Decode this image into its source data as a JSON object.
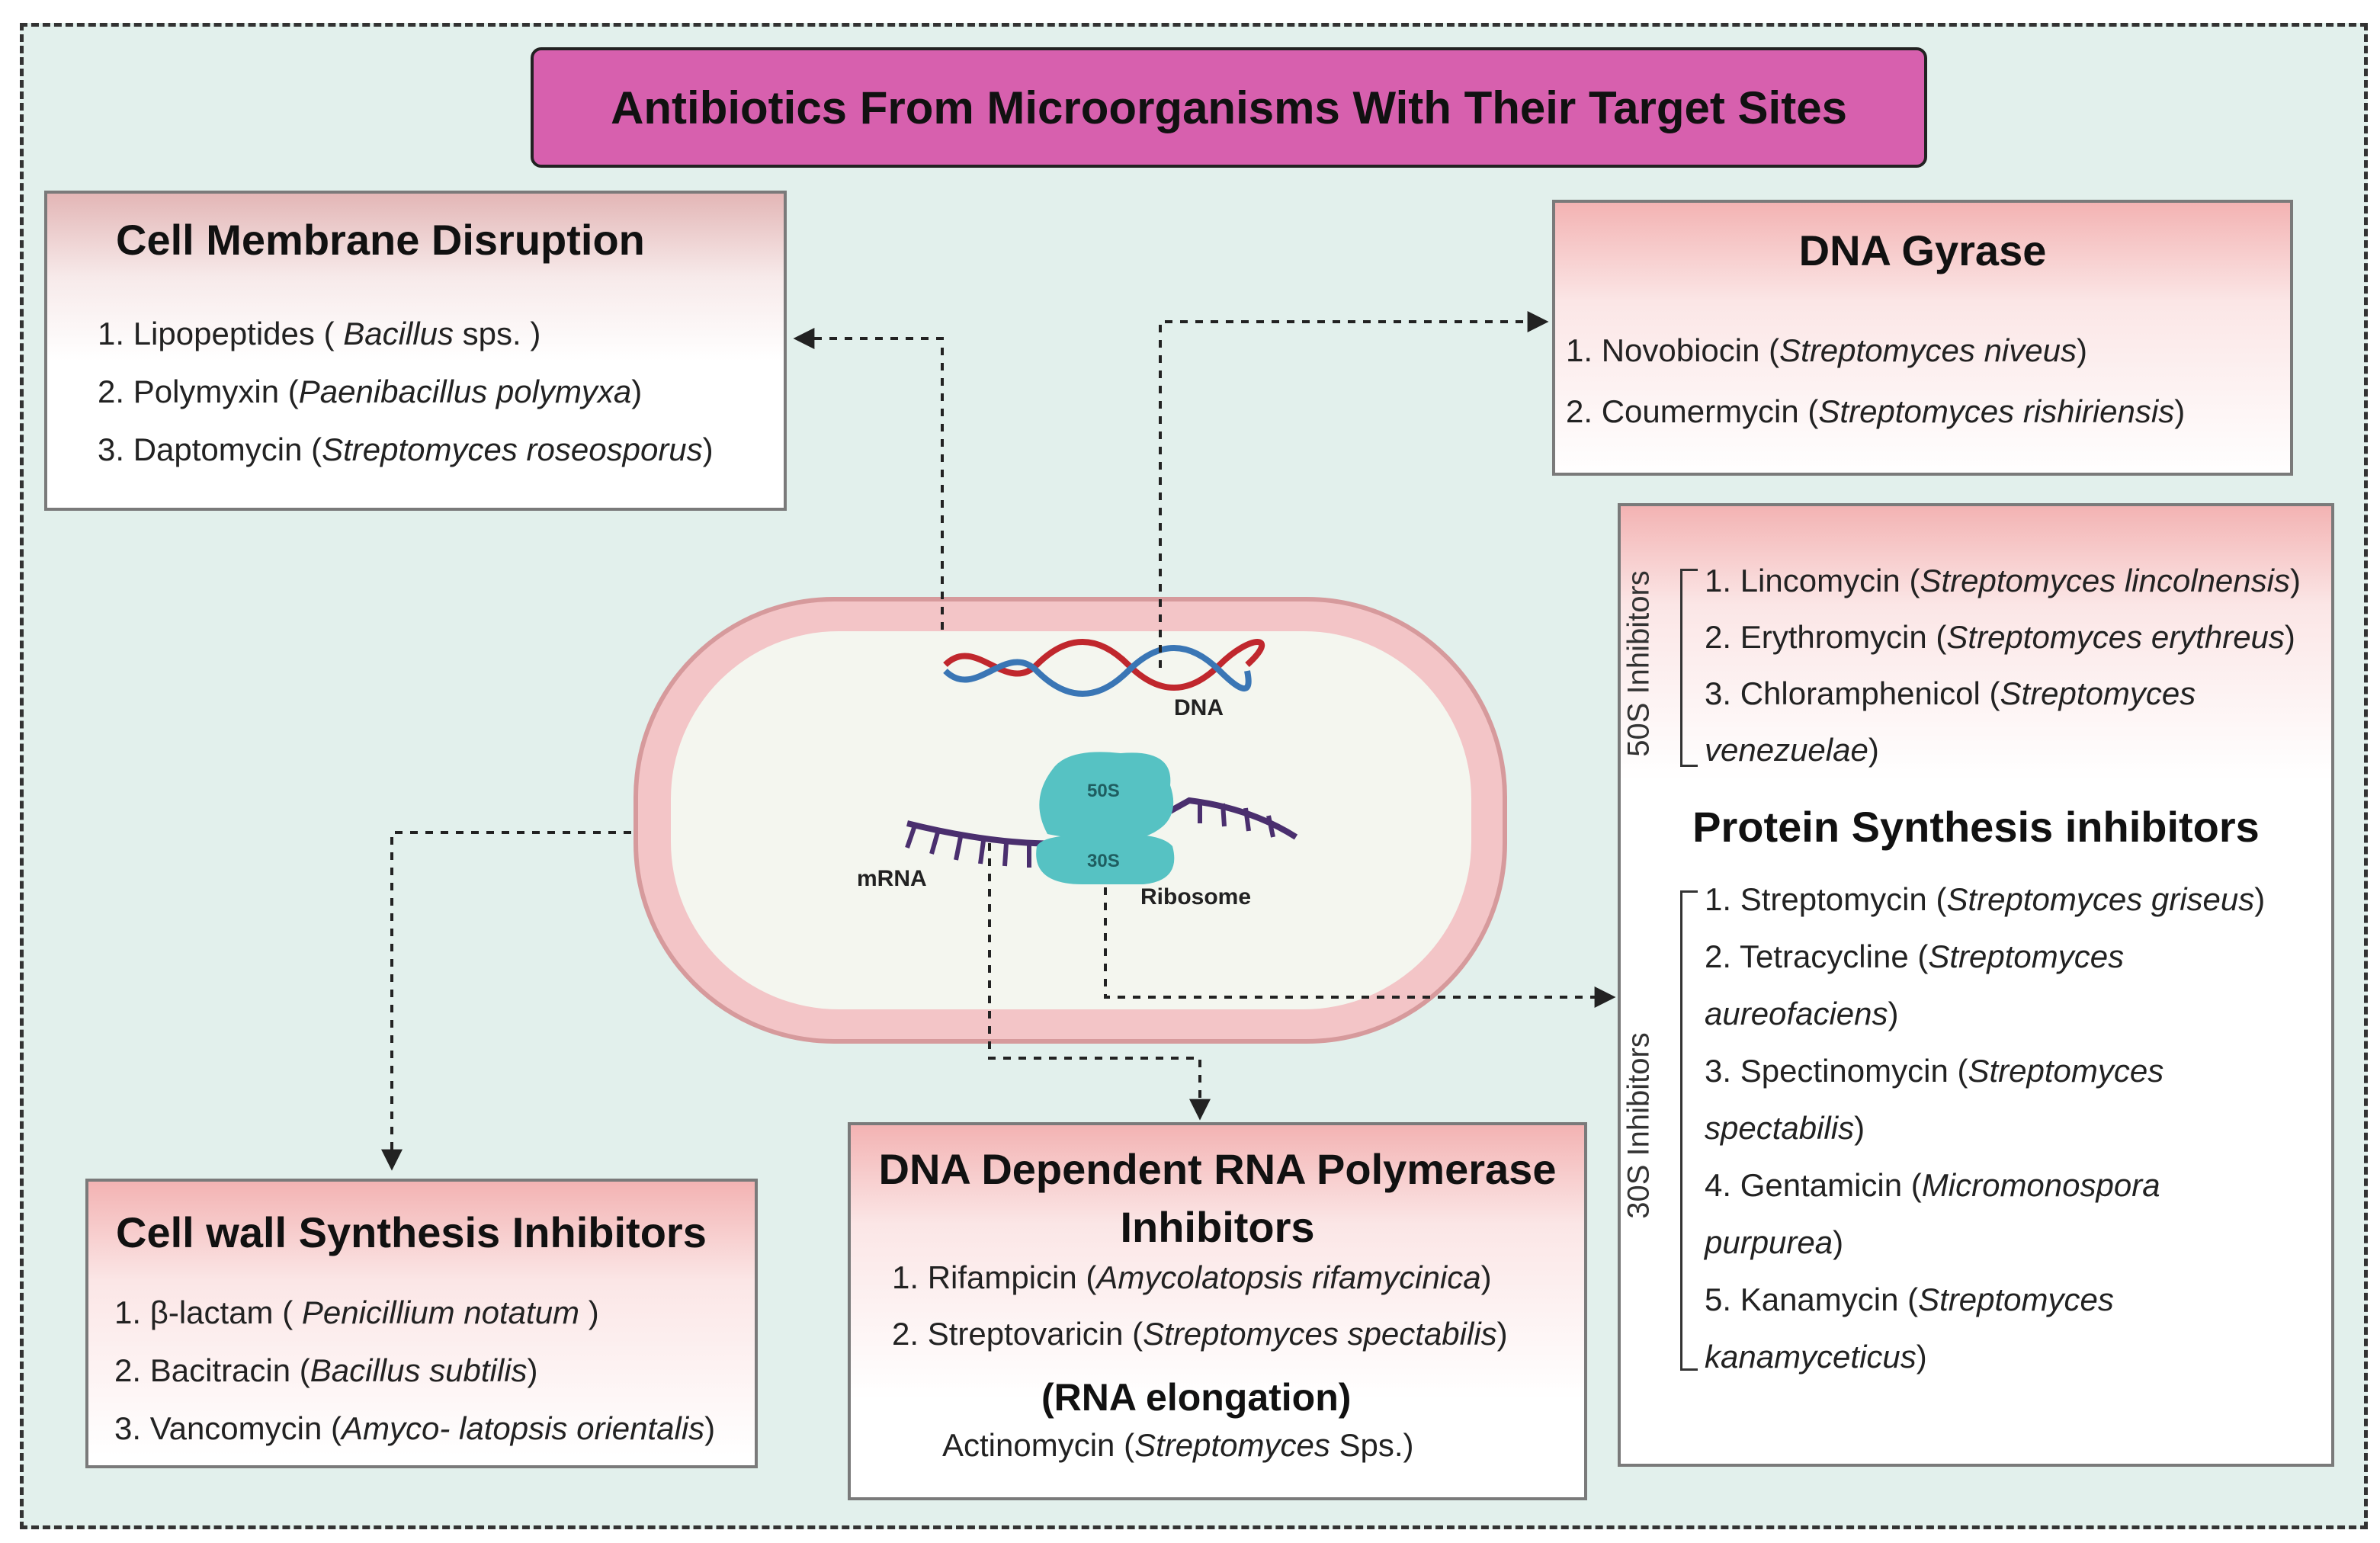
{
  "title": "Antibiotics From Microorganisms With Their Target Sites",
  "cell_labels": {
    "dna": "DNA",
    "mrna": "mRNA",
    "ribosome": "Ribosome",
    "s50": "50S",
    "s30": "30S"
  },
  "membrane": {
    "heading": "Cell Membrane Disruption",
    "items": [
      {
        "pre": "1. Lipopeptides ( ",
        "org": "Bacillus",
        "post": " sps. )"
      },
      {
        "pre": "2. Polymyxin (",
        "org": "Paenibacillus polymyxa",
        "post": ")"
      },
      {
        "pre": "3. Daptomycin (",
        "org": "Streptomyces roseosporus",
        "post": ")"
      }
    ]
  },
  "gyrase": {
    "heading": "DNA Gyrase",
    "items": [
      {
        "pre": "1. Novobiocin (",
        "org": "Streptomyces niveus",
        "post": ")"
      },
      {
        "pre": "2. Coumermycin (",
        "org": "Streptomyces rishiriensis",
        "post": ")"
      }
    ]
  },
  "protein": {
    "heading": "Protein Synthesis inhibitors",
    "label_50s": "50S Inhibitors",
    "label_30s": "30S Inhibitors",
    "s50_lines": [
      {
        "pre": "1. Lincomycin (",
        "org": "Streptomyces lincolnensis",
        "post": ")"
      },
      {
        "pre": "2. Erythromycin (",
        "org": "Streptomyces erythreus",
        "post": ")"
      },
      {
        "pre": "3. Chloramphenicol (",
        "org": "Streptomyces",
        "post": ""
      },
      {
        "pre": "",
        "org": "venezuelae",
        "post": ")"
      }
    ],
    "s30_lines": [
      {
        "pre": "1. Streptomycin (",
        "org": "Streptomyces griseus",
        "post": ")"
      },
      {
        "pre": "2. Tetracycline (",
        "org": "Streptomyces",
        "post": ""
      },
      {
        "pre": "",
        "org": "aureofaciens",
        "post": ")"
      },
      {
        "pre": "3. Spectinomycin (",
        "org": "Streptomyces",
        "post": ""
      },
      {
        "pre": "",
        "org": "spectabilis",
        "post": ")"
      },
      {
        "pre": "4. Gentamicin (",
        "org": "Micromonospora",
        "post": ""
      },
      {
        "pre": "",
        "org": "purpurea",
        "post": ")"
      },
      {
        "pre": "5. Kanamycin (",
        "org": "Streptomyces",
        "post": ""
      },
      {
        "pre": "",
        "org": "kanamyceticus",
        "post": ")"
      }
    ]
  },
  "rnapol": {
    "heading_line1": "DNA Dependent RNA Polymerase",
    "heading_line2": "Inhibitors",
    "items": [
      {
        "pre": "1. Rifampicin (",
        "org": "Amycolatopsis rifamycinica",
        "post": ")"
      },
      {
        "pre": "2. Streptovaricin (",
        "org": "Streptomyces spectabilis",
        "post": ")"
      }
    ],
    "subheading": "(RNA elongation)",
    "extra": {
      "pre": "Actinomycin (",
      "org": "Streptomyces",
      "post": " Sps.)"
    }
  },
  "cellwall": {
    "heading": "Cell wall Synthesis Inhibitors",
    "items": [
      {
        "pre": "1. β-lactam ( ",
        "org": "Penicillium notatum",
        "post": " )"
      },
      {
        "pre": "2. Bacitracin (",
        "org": "Bacillus subtilis",
        "post": ")"
      },
      {
        "pre": "3. Vancomycin (",
        "org": "Amyco- latopsis orientalis",
        "post": ")"
      }
    ]
  },
  "colors": {
    "background": "#e2f0ec",
    "title_fill": "#d760ae",
    "cell_outer": "#f3c5c7",
    "cell_inner": "#f4f6ef",
    "ribosome": "#56c2c3",
    "dna_red": "#c0272d",
    "dna_blue": "#3a76b5",
    "mrna": "#4a2f6e"
  }
}
